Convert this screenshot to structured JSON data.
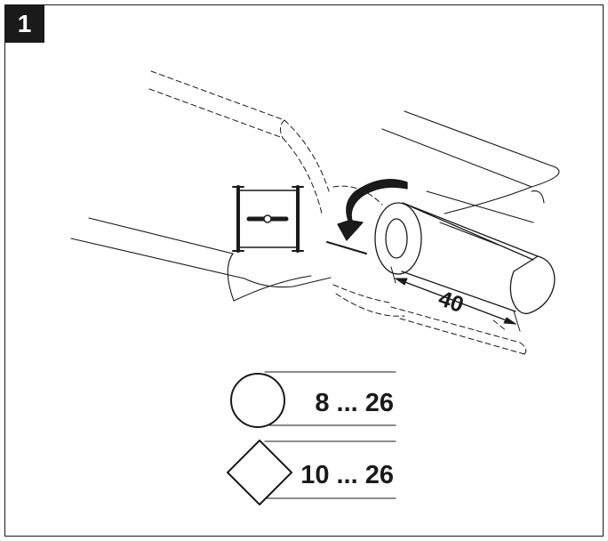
{
  "figure": {
    "number": "1",
    "dimension_length": "40",
    "round_range": "8 ... 26",
    "square_range": "10 ... 26"
  },
  "icons": [
    "figure-badge",
    "clamp-symbol-icon",
    "rotation-arrow-icon",
    "round-profile-icon",
    "square-profile-icon"
  ],
  "colors": {
    "ink": "#1a1a1a",
    "paper": "#ffffff"
  }
}
